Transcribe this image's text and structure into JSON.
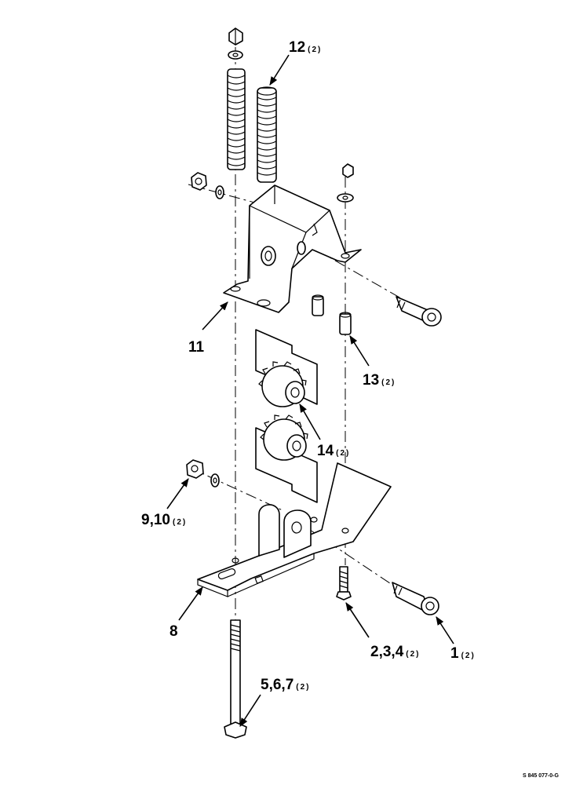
{
  "callouts": {
    "c12": {
      "number": "12",
      "qty": "(2)"
    },
    "c11": {
      "number": "11",
      "qty": ""
    },
    "c13": {
      "number": "13",
      "qty": "(2)"
    },
    "c14": {
      "number": "14",
      "qty": "(2)"
    },
    "c910": {
      "number": "9,10",
      "qty": "(2)"
    },
    "c8": {
      "number": "8",
      "qty": ""
    },
    "c234": {
      "number": "2,3,4",
      "qty": "(2)"
    },
    "c1": {
      "number": "1",
      "qty": "(2)"
    },
    "c567": {
      "number": "5,6,7",
      "qty": "(2)"
    }
  },
  "figure_ref": "S 845 077-0-G"
}
